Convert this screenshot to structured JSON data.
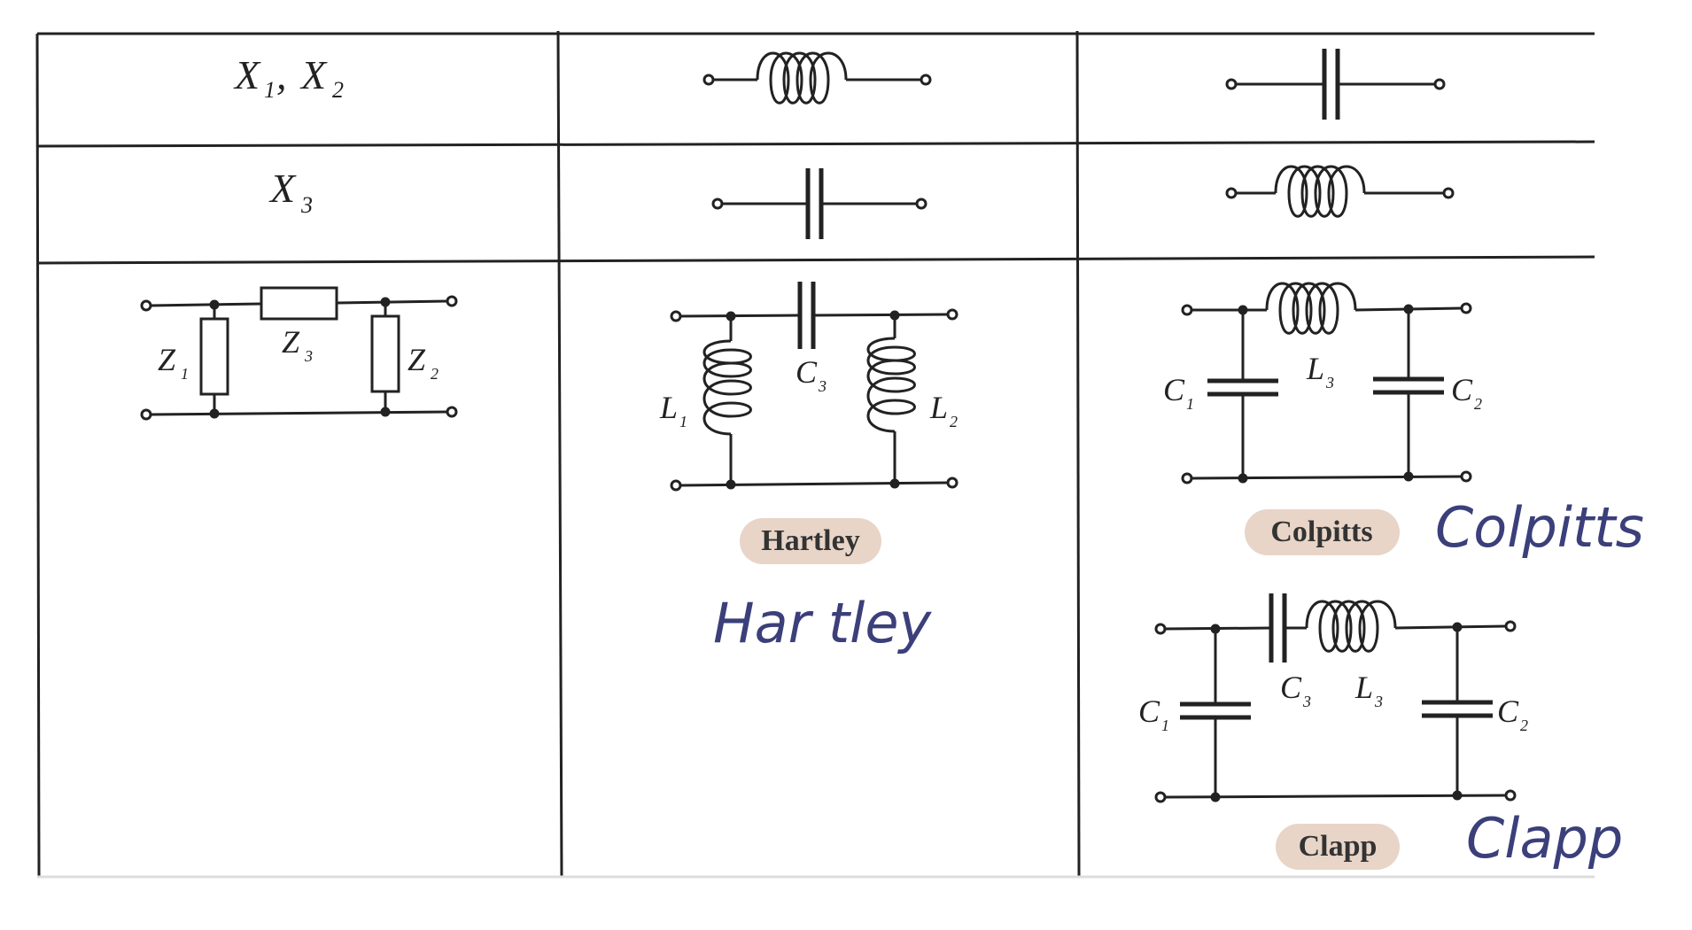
{
  "table": {
    "row1_header": "X1, X2",
    "row2_header": "X3",
    "row1_header_sub": [
      "1",
      "2"
    ],
    "row2_header_sub": "3"
  },
  "generic_circuit": {
    "z1": "Z1",
    "z2": "Z2",
    "z3": "Z3"
  },
  "hartley": {
    "title": "Hartley",
    "l1": "L1",
    "l2": "L2",
    "c3": "C3"
  },
  "colpitts": {
    "title": "Colpitts",
    "c1": "C1",
    "c2": "C2",
    "l3": "L3"
  },
  "clapp": {
    "title": "Clapp",
    "c1": "C1",
    "c2": "C2",
    "c3": "C3",
    "l3": "L3"
  },
  "handwriting": {
    "hartley": "Har tley",
    "colpitts": "Colpitts",
    "clapp": "Clapp"
  },
  "colors": {
    "line": "#222222",
    "label_bg": "#e8d5c8",
    "ink": "#3b3f7a"
  }
}
